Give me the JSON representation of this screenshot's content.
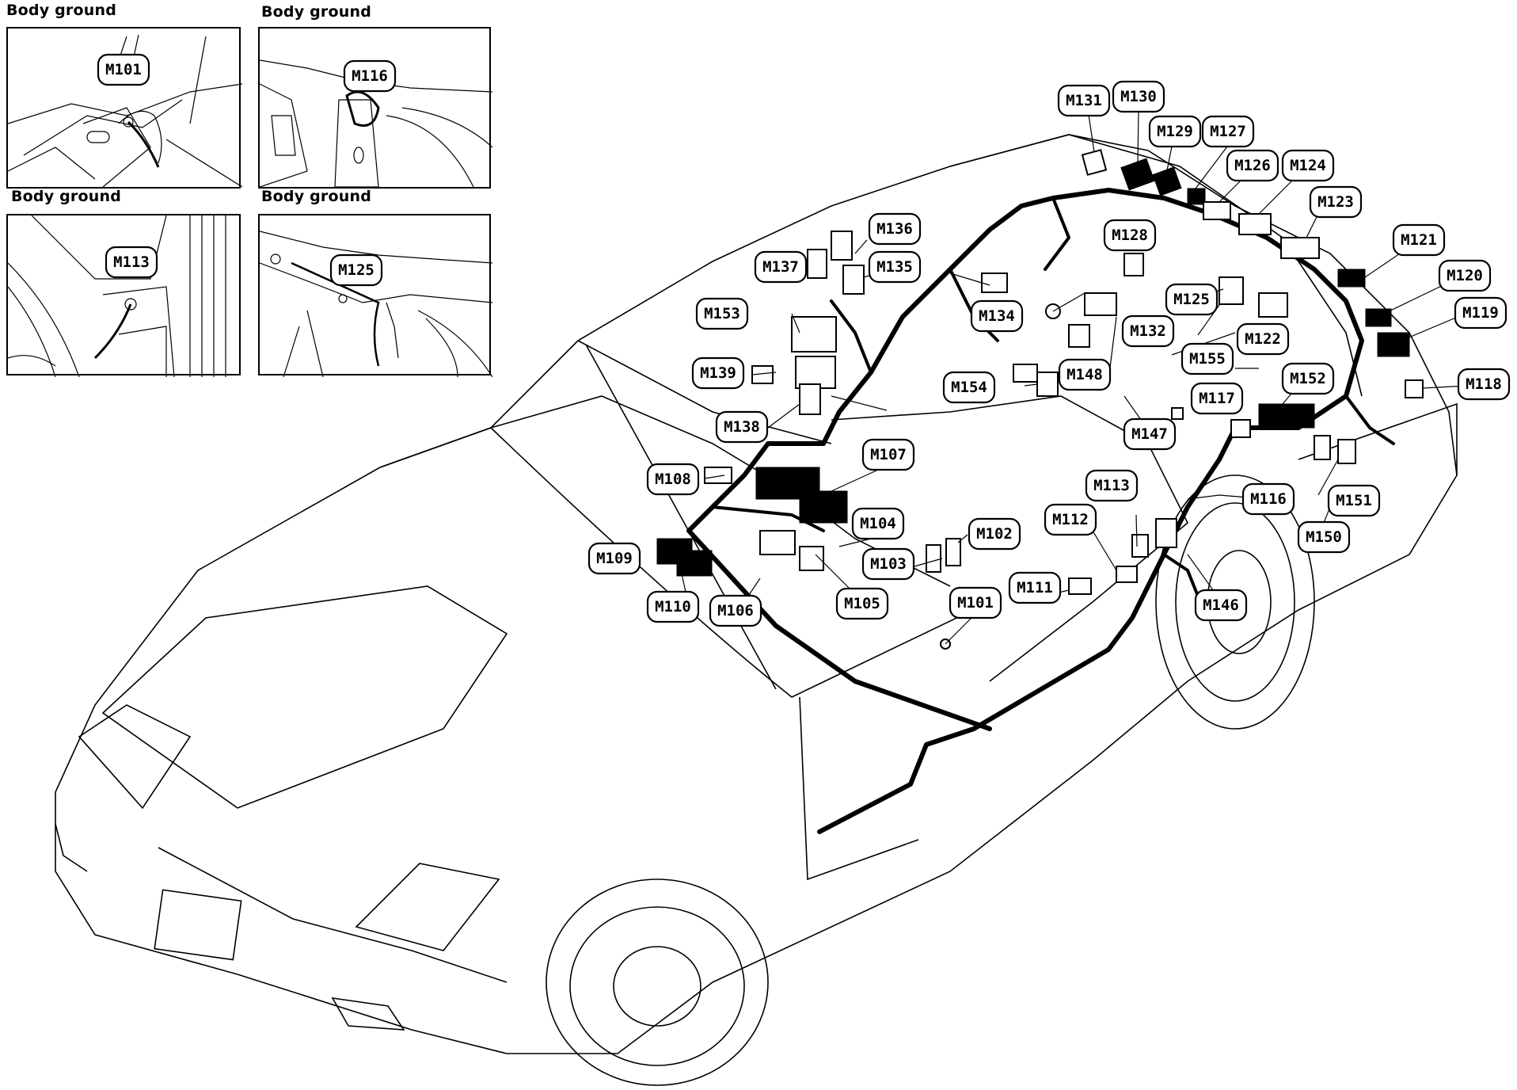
{
  "insets": [
    {
      "id": "tl",
      "title": "Body ground",
      "label": "M101"
    },
    {
      "id": "tr",
      "title": "Body ground",
      "label": "M116"
    },
    {
      "id": "bl",
      "title": "Body ground",
      "label": "M113"
    },
    {
      "id": "br",
      "title": "Body ground",
      "label": "M125"
    }
  ],
  "connectors": [
    "M131",
    "M130",
    "M129",
    "M127",
    "M126",
    "M124",
    "M123",
    "M136",
    "M137",
    "M135",
    "M128",
    "M121",
    "M120",
    "M119",
    "M118",
    "M153",
    "M134",
    "M125",
    "M132",
    "M122",
    "M155",
    "M139",
    "M154",
    "M148",
    "M117",
    "M152",
    "M138",
    "M147",
    "M107",
    "M108",
    "M113",
    "M116",
    "M151",
    "M104",
    "M112",
    "M102",
    "M150",
    "M109",
    "M103",
    "M111",
    "M101",
    "M146",
    "M110",
    "M106",
    "M105"
  ]
}
